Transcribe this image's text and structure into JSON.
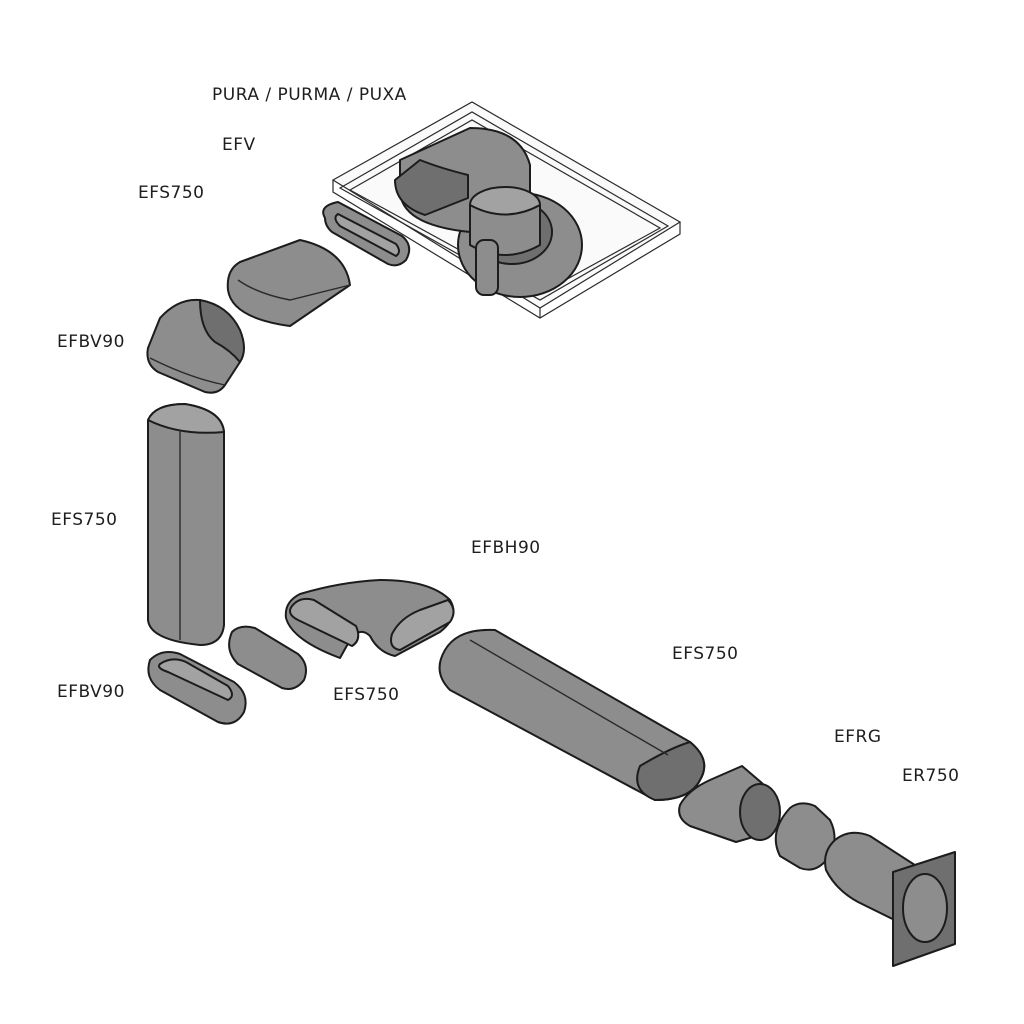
{
  "diagram": {
    "labels": {
      "hood_models": "PURA / PURMA / PUXA",
      "efv": "EFV",
      "efs750_top": "EFS750",
      "efbv90_top": "EFBV90",
      "efs750_vertical": "EFS750",
      "efbh90": "EFBH90",
      "efbv90_bottom": "EFBV90",
      "efs750_short": "EFS750",
      "efs750_long": "EFS750",
      "efrg": "EFRG",
      "er750": "ER750"
    },
    "colors": {
      "duct_fill": "#8d8d8d",
      "duct_light": "#a2a2a2",
      "duct_dark": "#6f6f6f",
      "outline": "#1c1c1c"
    }
  }
}
